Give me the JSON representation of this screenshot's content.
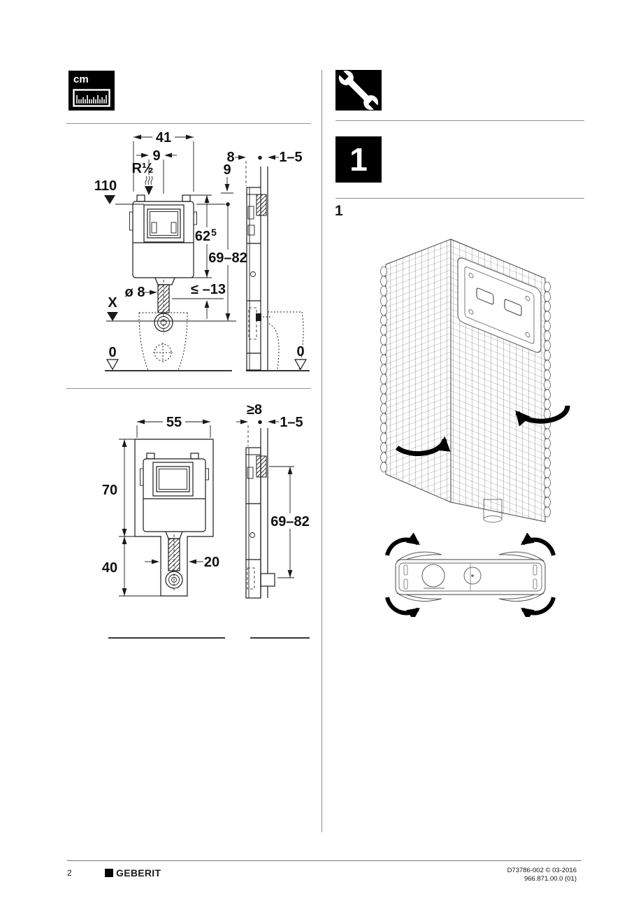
{
  "page": {
    "number": "2",
    "brand": "GEBERIT",
    "doc_code": "D73786-002 © 03-2016",
    "article_code": "966.871.00.0 (01)"
  },
  "badges": {
    "unit_label": "cm",
    "step_number": "1",
    "figure_label": "1"
  },
  "colors": {
    "line": "#1a1a1a",
    "separator": "#8f8f8f",
    "badge_bg": "#000000"
  },
  "drawing1": {
    "front": {
      "width_total": "41",
      "supply_offset": "9",
      "supply_thread": "R½",
      "height_datum": "110",
      "tank_height_main": "62",
      "tank_height_sup": "5",
      "actuation_range": "69–82",
      "pipe_diameter": "ø 8",
      "offset_limit": "≤ –13",
      "datum_x": "X",
      "datum_zero": "0"
    },
    "side": {
      "depth": "8",
      "finish_thickness": "1–5",
      "top_offset": "9",
      "datum_zero": "0"
    }
  },
  "drawing2": {
    "front": {
      "width_total": "55",
      "upper_height": "70",
      "lower_height": "40",
      "notch_width": "20"
    },
    "side": {
      "min_depth": "≥8",
      "finish_thickness": "1–5",
      "actuation_range": "69–82"
    }
  }
}
